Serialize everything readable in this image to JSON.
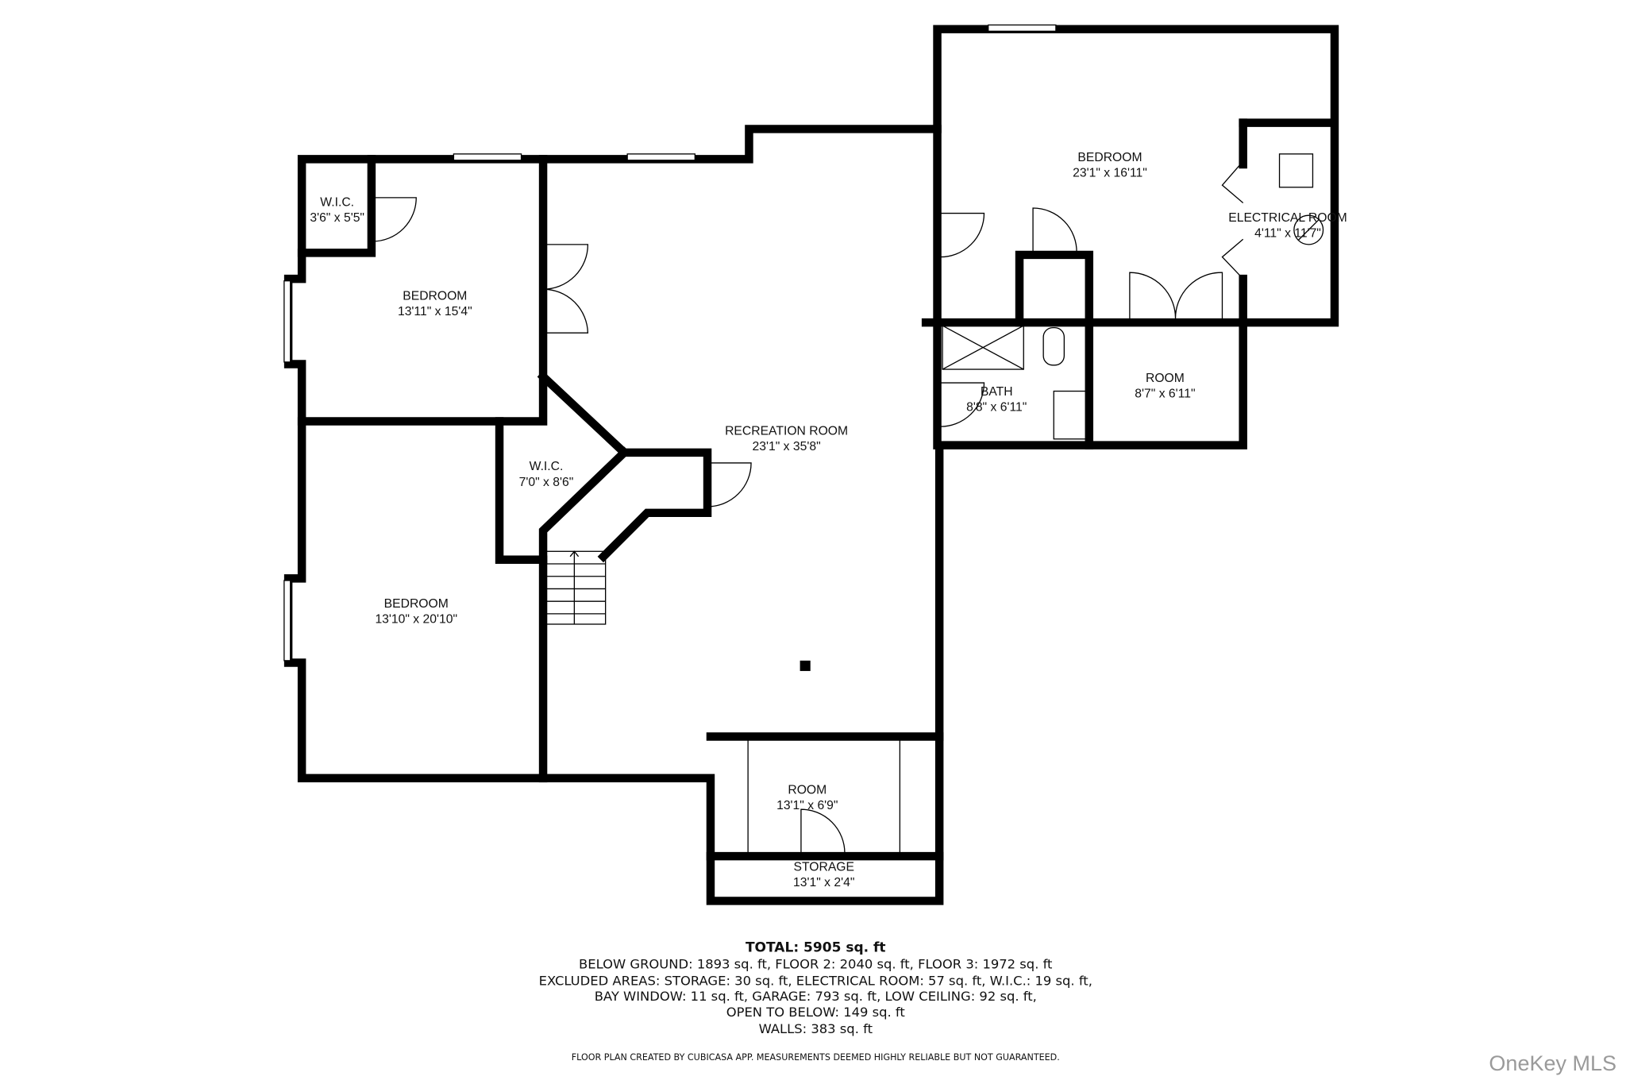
{
  "rooms": [
    {
      "name": "BEDROOM",
      "size": "23'1\" x 16'11\""
    },
    {
      "name": "ELECTRICAL ROOM",
      "size": "4'11\" x 11'7\""
    },
    {
      "name": "W.I.C.",
      "size": "3'6\" x 5'5\""
    },
    {
      "name": "BEDROOM",
      "size": "13'11\" x 15'4\""
    },
    {
      "name": "RECREATION ROOM",
      "size": "23'1\" x 35'8\""
    },
    {
      "name": "BATH",
      "size": "8'8\" x 6'11\""
    },
    {
      "name": "ROOM",
      "size": "8'7\" x 6'11\""
    },
    {
      "name": "W.I.C.",
      "size": "7'0\" x 8'6\""
    },
    {
      "name": "BEDROOM",
      "size": "13'10\" x 20'10\""
    },
    {
      "name": "ROOM",
      "size": "13'1\" x 6'9\""
    },
    {
      "name": "STORAGE",
      "size": "13'1\" x 2'4\""
    }
  ],
  "summary": {
    "total": "TOTAL: 5905 sq. ft",
    "lines": [
      "BELOW GROUND: 1893 sq. ft, FLOOR 2: 2040 sq. ft, FLOOR 3: 1972 sq. ft",
      "EXCLUDED AREAS: STORAGE: 30 sq. ft, ELECTRICAL ROOM: 57 sq. ft, W.I.C.: 19 sq. ft,",
      "BAY WINDOW: 11 sq. ft, GARAGE: 793 sq. ft, LOW CEILING: 92 sq. ft,",
      "OPEN TO BELOW: 149 sq. ft",
      "WALLS: 383 sq. ft"
    ],
    "disclaimer": "FLOOR PLAN CREATED BY CUBICASA APP. MEASUREMENTS DEEMED HIGHLY RELIABLE BUT NOT GUARANTEED."
  },
  "watermark": "OneKey MLS",
  "colors": {
    "wall": "#000000",
    "background": "#ffffff",
    "watermark": "#9a9a9a"
  }
}
